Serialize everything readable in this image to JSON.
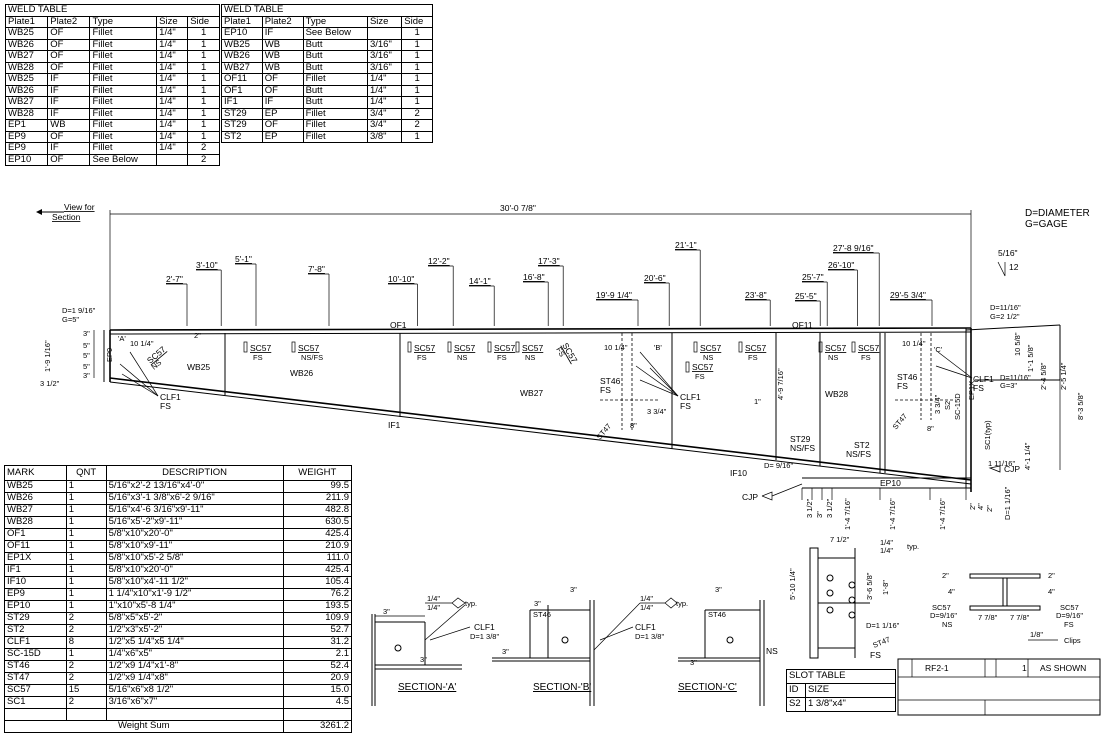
{
  "weld_table_left": {
    "title": "WELD TABLE",
    "headers": [
      "Plate1",
      "Plate2",
      "Type",
      "Size",
      "Side"
    ],
    "rows": [
      [
        "WB25",
        "OF",
        "Fillet",
        "1/4\"",
        "1"
      ],
      [
        "WB26",
        "OF",
        "Fillet",
        "1/4\"",
        "1"
      ],
      [
        "WB27",
        "OF",
        "Fillet",
        "1/4\"",
        "1"
      ],
      [
        "WB28",
        "OF",
        "Fillet",
        "1/4\"",
        "1"
      ],
      [
        "WB25",
        "IF",
        "Fillet",
        "1/4\"",
        "1"
      ],
      [
        "WB26",
        "IF",
        "Fillet",
        "1/4\"",
        "1"
      ],
      [
        "WB27",
        "IF",
        "Fillet",
        "1/4\"",
        "1"
      ],
      [
        "WB28",
        "IF",
        "Fillet",
        "1/4\"",
        "1"
      ],
      [
        "EP1",
        "WB",
        "Fillet",
        "1/4\"",
        "1"
      ],
      [
        "EP9",
        "OF",
        "Fillet",
        "1/4\"",
        "1"
      ],
      [
        "EP9",
        "IF",
        "Fillet",
        "1/4\"",
        "2"
      ],
      [
        "EP10",
        "OF",
        "See Below",
        "",
        "2"
      ]
    ]
  },
  "weld_table_right": {
    "title": "WELD TABLE",
    "headers": [
      "Plate1",
      "Plate2",
      "Type",
      "Size",
      "Side"
    ],
    "rows": [
      [
        "EP10",
        "IF",
        "See Below",
        "",
        "1"
      ],
      [
        "WB25",
        "WB",
        "Butt",
        "3/16\"",
        "1"
      ],
      [
        "WB26",
        "WB",
        "Butt",
        "3/16\"",
        "1"
      ],
      [
        "WB27",
        "WB",
        "Butt",
        "3/16\"",
        "1"
      ],
      [
        "OF11",
        "OF",
        "Fillet",
        "1/4\"",
        "1"
      ],
      [
        "OF1",
        "OF",
        "Butt",
        "1/4\"",
        "1"
      ],
      [
        "IF1",
        "IF",
        "Butt",
        "1/4\"",
        "1"
      ],
      [
        "ST29",
        "EP",
        "Fillet",
        "3/4\"",
        "2"
      ],
      [
        "ST29",
        "OF",
        "Fillet",
        "3/4\"",
        "2"
      ],
      [
        "ST2",
        "EP",
        "Fillet",
        "3/8\"",
        "1"
      ]
    ]
  },
  "bom": {
    "headers": [
      "MARK",
      "QNT",
      "DESCRIPTION",
      "WEIGHT"
    ],
    "rows": [
      [
        "WB25",
        "1",
        "5/16\"x2'-2 13/16\"x4'-0\"",
        "99.5"
      ],
      [
        "WB26",
        "1",
        "5/16\"x3'-1 3/8\"x6'-2 9/16\"",
        "211.9"
      ],
      [
        "WB27",
        "1",
        "5/16\"x4'-6 3/16\"x9'-11\"",
        "482.8"
      ],
      [
        "WB28",
        "1",
        "5/16\"x5'-2\"x9'-11\"",
        "630.5"
      ],
      [
        "OF1",
        "1",
        "5/8\"x10\"x20'-0\"",
        "425.4"
      ],
      [
        "OF11",
        "1",
        "5/8\"x10\"x9'-11\"",
        "210.9"
      ],
      [
        "EP1X",
        "1",
        "5/8\"x10\"x5'-2 5/8\"",
        "111.0"
      ],
      [
        "IF1",
        "1",
        "5/8\"x10\"x20'-0\"",
        "425.4"
      ],
      [
        "IF10",
        "1",
        "5/8\"x10\"x4'-11 1/2\"",
        "105.4"
      ],
      [
        "EP9",
        "1",
        "1 1/4\"x10\"x1'-9 1/2\"",
        "76.2"
      ],
      [
        "EP10",
        "1",
        "1\"x10\"x5'-8 1/4\"",
        "193.5"
      ],
      [
        "ST29",
        "2",
        "5/8\"x5\"x5'-2\"",
        "109.9"
      ],
      [
        "ST2",
        "2",
        "1/2\"x3\"x5'-2\"",
        "52.7"
      ],
      [
        "CLF1",
        "8",
        "1/2\"x5 1/4\"x5 1/4\"",
        "31.2"
      ],
      [
        "SC-15D",
        "1",
        "1/4\"x6\"x5\"",
        "2.1"
      ],
      [
        "ST46",
        "2",
        "1/2\"x9 1/4\"x1'-8\"",
        "52.4"
      ],
      [
        "ST47",
        "2",
        "1/2\"x9 1/4\"x8\"",
        "20.9"
      ],
      [
        "SC57",
        "15",
        "5/16\"x6\"x8 1/2\"",
        "15.0"
      ],
      [
        "SC1",
        "2",
        "3/16\"x6\"x7\"",
        "4.5"
      ]
    ],
    "sum_label": "Weight Sum",
    "sum_value": "3261.2"
  },
  "slot_table": {
    "title": "SLOT TABLE",
    "headers": [
      "ID",
      "SIZE"
    ],
    "rows": [
      [
        "S2",
        "1 3/8\"x4\""
      ]
    ]
  },
  "title_block": {
    "mark": "RF2-1",
    "qty": "1",
    "scale": "AS SHOWN"
  },
  "notes": {
    "diameter": "D=DIAMETER",
    "gage": "G=GAGE",
    "view_for": "View for",
    "section": "Section",
    "overall": "30'-0 7/8\"",
    "slope_a": "5/16\"",
    "slope_b": "12"
  },
  "top_dims": [
    {
      "t": "2'-7\""
    },
    {
      "t": "3'-10\""
    },
    {
      "t": "5'-1\""
    },
    {
      "t": "7'-8\""
    },
    {
      "t": "10'-10\""
    },
    {
      "t": "12'-2\""
    },
    {
      "t": "14'-1\""
    },
    {
      "t": "16'-8\""
    },
    {
      "t": "17'-3\""
    },
    {
      "t": "19'-9 1/4\""
    },
    {
      "t": "20'-6\""
    },
    {
      "t": "21'-1\""
    },
    {
      "t": "23'-8\""
    },
    {
      "t": "25'-5\""
    },
    {
      "t": "25'-7\""
    },
    {
      "t": "26'-10\""
    },
    {
      "t": "27'-8 9/16\""
    },
    {
      "t": "29'-5 3/4\""
    }
  ],
  "labels": {
    "d1": "D=1 9/16\"",
    "g1": "G=5\"",
    "d2": "D=11/16\"",
    "g2": "G=2 1/2\"",
    "d3": "D=11/16\"",
    "g3": "G=3\"",
    "of1": "OF1",
    "of11": "OF11",
    "if1": "IF1",
    "if10": "IF10",
    "ep10": "EP10",
    "wb25": "WB25",
    "wb26": "WB26",
    "wb27": "WB27",
    "wb28": "WB28",
    "clf1": "CLF1",
    "fs": "FS",
    "ns": "NS",
    "nsfs": "NS/FS",
    "sc57": "SC57",
    "st46": "ST46",
    "st47": "ST47",
    "st29": "ST29",
    "st2": "ST2",
    "ep1x": "EP1X",
    "ep9": "EP9",
    "cjp": "CJP",
    "sc1typ": "SC1(typ)",
    "dim_1_9_16": "1'-9 1/16\"",
    "dim_3_12": "3 1/2\"",
    "dim_3": "3\"",
    "dim_5": "5\"",
    "dim_10_14": "10 1/4\"",
    "dim_2": "2\"",
    "dim_3_34": "3 3/4\"",
    "dim_8": "8\"",
    "dim_1": "1\"",
    "dim_4_9_716": "4'-9 7/16\"",
    "dim_9_16": "D= 9/16\"",
    "dim_8_3_58": "8'-3 5/8\"",
    "dim_2_5_14": "2'-5 1/4\"",
    "dim_2_4_58": "2'-4 5/8\"",
    "dim_1_58": "1'-1 5/8\"",
    "dim_10_58": "10 5/8\"",
    "dim_1_1116": "1 11/16\"",
    "dim_4_1_14": "4'-1 1/4\"",
    "dim_1_4_716": "1'-4 7/16\"",
    "dim_1_116": "D=1 1/16\"",
    "dim_3_12b": "3 1/2\"",
    "dim_4": "4\"",
    "tick_a": "'A'",
    "tick_b": "'B'",
    "tick_c": "'C'",
    "s2": "S2",
    "sc15d": "SC-15D",
    "sec_a": "SECTION-'A'",
    "sec_b": "SECTION-'B'",
    "sec_c": "SECTION-'C'",
    "clf1_d": "D=1 3/8\"",
    "typ": "typ.",
    "weld_14": "1/4\"",
    "dim_7_12": "7 1/2\"",
    "dim_5_10_14": "5'-10 1/4\"",
    "dim_3_6_58": "3'-6 5/8\"",
    "dim_1_8": "1'-8\"",
    "dim_1_116b": "D=1 1/16\"",
    "dim_7_78": "7 7/8\"",
    "dim_9_16b": "D=9/16\"",
    "clips": "Clips",
    "dim_1_8in": "1/8\""
  }
}
